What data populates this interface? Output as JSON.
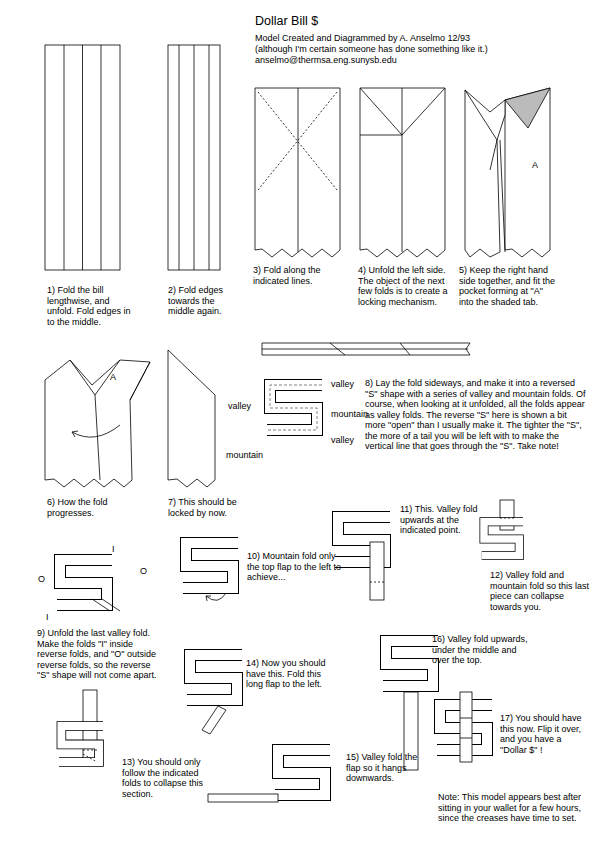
{
  "diagram": {
    "title": "Dollar Bill $",
    "labels": [
      "Model Created and Diagrammed by A. Anselmo 12/93",
      "(although I'm certain someone has done something like it.)",
      "anselmo@thermsa.eng.sunysb.edu",
      "1) Fold the bill lengthwise, and unfold. Fold edges in to the middle.",
      "2) Fold edges towards the middle again.",
      "3) Fold along the indicated lines.",
      "4) Unfold the left side. The object of the next few folds is to create a locking mechanism.",
      "5) Keep the right hand side together, and fit the pocket forming at \"A\" into the shaded tab.",
      "A",
      "A",
      "6) How the fold progresses.",
      "7) This should be locked by now.",
      "8) Lay the fold sideways, and make it into a reversed \"S\" shape with a series of valley and mountain folds. Of course, when looking at it unfolded, all the folds appear as valley folds. The reverse \"S\" here is shown a bit more \"open\" than I usually make it. The tighter the \"S\", the more of a tail you will be left with to make the vertical line that goes through the \"S\". Take note!",
      "valley",
      "valley",
      "mountain",
      "valley",
      "mountain",
      "9) Unfold the last valley fold. Make the folds \"I\" inside reverse folds, and \"O\" outside reverse folds, so the reverse \"S\" shape will not come apart.",
      "I",
      "O",
      "O",
      "I",
      "10) Mountain fold only the top flap to the left to achieve...",
      "11) This. Valley fold upwards at the indicated point.",
      "12) Valley fold and mountain fold so this last piece can collapse towards you.",
      "13) You should only follow the indicated folds to collapse this section.",
      "14) Now you should have this. Fold this long flap to the left.",
      "15) Valley fold the flap so it hangs downwards.",
      "16) Valley fold upwards, under the middle and over the top.",
      "17) You should have this now. Flip it over, and you have a \"Dollar $\" !",
      "Note: This model appears best after sitting in your wallet for a few hours, since the creases have time to set."
    ]
  }
}
